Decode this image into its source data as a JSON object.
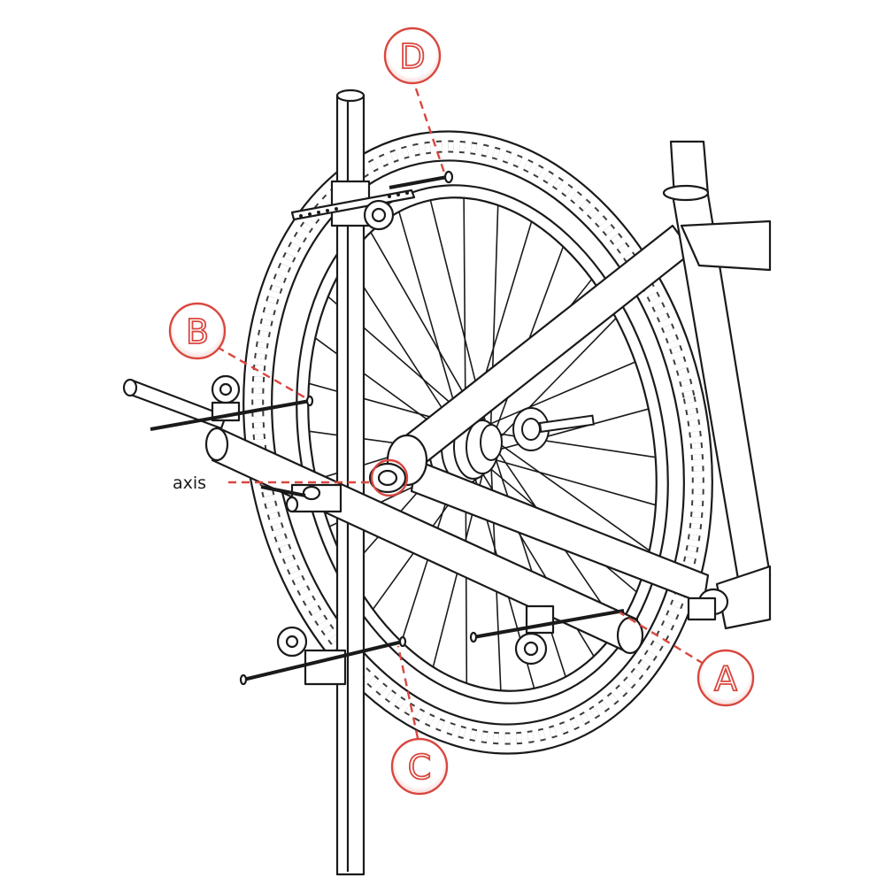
{
  "callouts": {
    "a": {
      "letter": "A"
    },
    "b": {
      "letter": "B"
    },
    "c": {
      "letter": "C"
    },
    "d": {
      "letter": "D"
    }
  },
  "axis_label": "axis",
  "colors": {
    "line": "#1a1a1a",
    "callout": "#d9473f",
    "callout_fill": "#ffffff",
    "background": "#ffffff"
  }
}
